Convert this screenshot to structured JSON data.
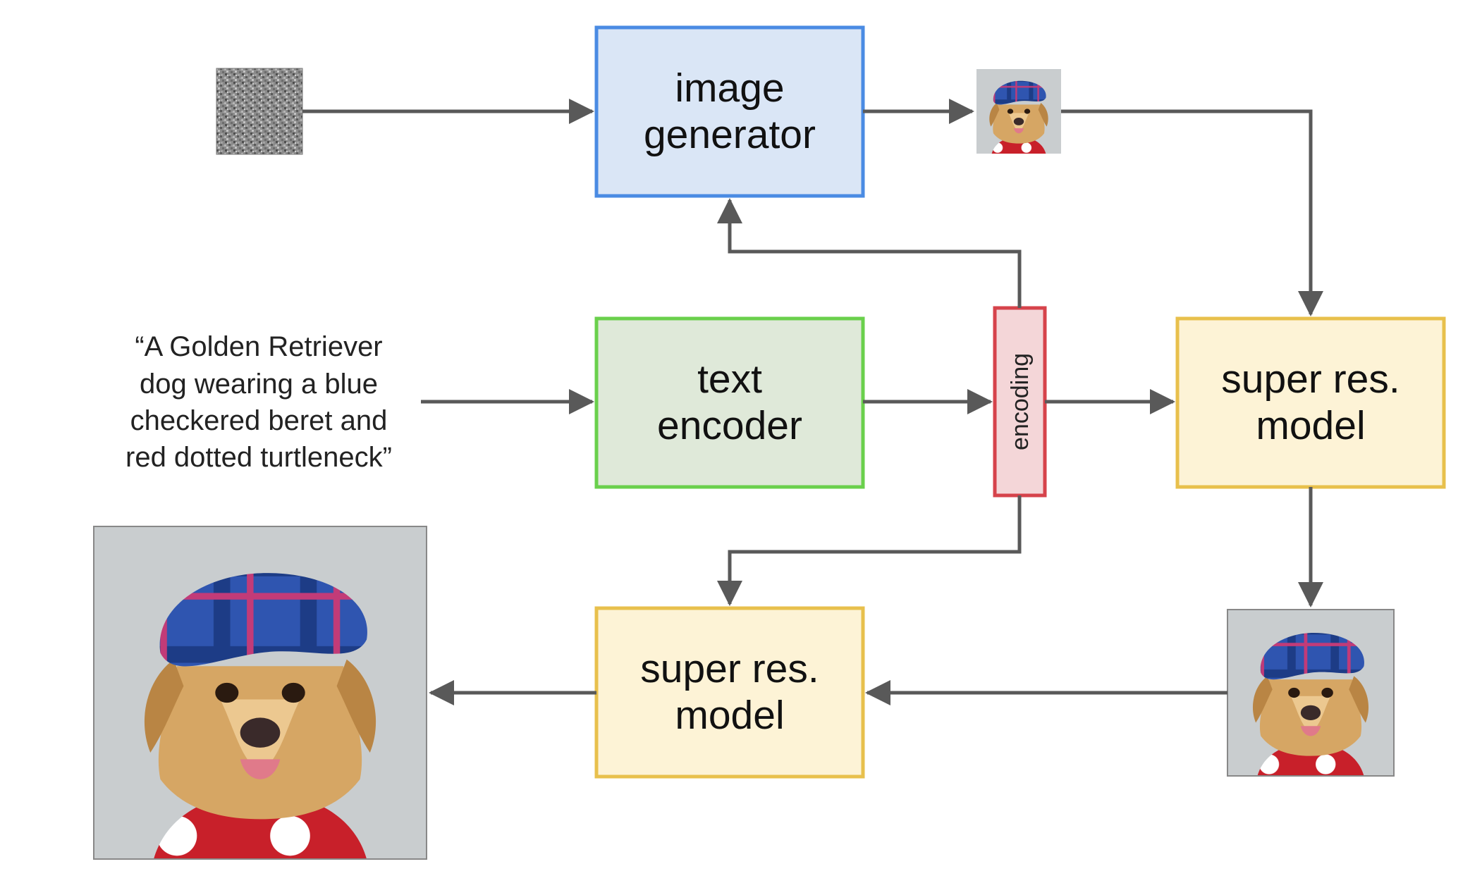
{
  "prompt": {
    "lines": [
      "“A Golden Retriever",
      "dog wearing a blue",
      "checkered beret and",
      "red dotted turtleneck”"
    ]
  },
  "blocks": {
    "image_generator": {
      "lines": [
        "image",
        "generator"
      ],
      "fill": "#dae6f6",
      "stroke": "#4a8be3"
    },
    "text_encoder": {
      "lines": [
        "text",
        "encoder"
      ],
      "fill": "#dfe9d9",
      "stroke": "#6ad04c"
    },
    "encoding": {
      "label": "encoding",
      "fill": "#f4d6d8",
      "stroke": "#d6434b"
    },
    "super_res_1": {
      "lines": [
        "super res.",
        "model"
      ],
      "fill": "#fdf3d6",
      "stroke": "#e8c04c"
    },
    "super_res_2": {
      "lines": [
        "super res.",
        "model"
      ],
      "fill": "#fdf3d6",
      "stroke": "#e8c04c"
    }
  },
  "images": {
    "noise": "noise-image",
    "small_output": "dog-64px-image",
    "medium_output": "dog-256px-image",
    "large_output": "dog-1024px-image"
  },
  "colors": {
    "arrow": "#595959",
    "dog_fur": "#d6a664",
    "beret_blue": "#2f55b0",
    "beret_check": "#c23b78",
    "turtleneck_red": "#c8202a",
    "photo_background": "#c9cdcf"
  }
}
